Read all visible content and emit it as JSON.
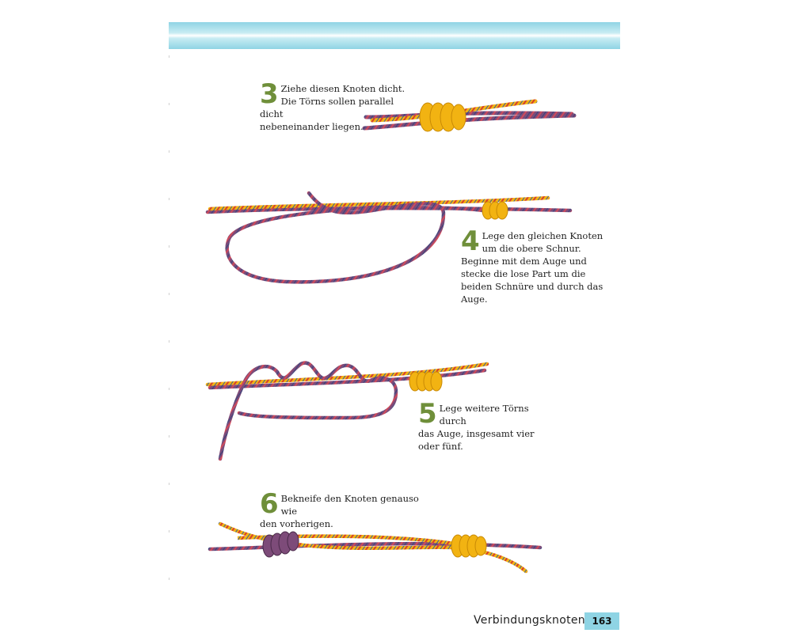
{
  "steps": [
    {
      "number": "3",
      "lines": [
        "Ziehe diesen Knoten dicht.",
        "Die Törns sollen parallel dicht",
        "nebeneinander liegen."
      ]
    },
    {
      "number": "4",
      "lines": [
        "Lege den gleichen Knoten",
        "um die obere Schnur.",
        "Beginne mit dem Auge und",
        "stecke die lose Part um die",
        "beiden Schnüre und durch das",
        "Auge."
      ]
    },
    {
      "number": "5",
      "lines": [
        "Lege weitere Törns durch",
        "das Auge, insgesamt vier",
        "oder fünf."
      ]
    },
    {
      "number": "6",
      "lines": [
        "Bekneife den Knoten genauso wie",
        "den vorherigen."
      ]
    }
  ],
  "footer": {
    "section_title": "Verbindungsknoten",
    "page_number": "163"
  },
  "colors": {
    "accent_band": "#8fd4e4",
    "step_number": "#6f8f3a",
    "rope_yellow": "#f2b312",
    "rope_purple": "#7d4b79"
  },
  "images": [
    "knot-step-3-photo",
    "knot-step-4-photo",
    "knot-step-5-photo",
    "knot-step-6-photo"
  ]
}
